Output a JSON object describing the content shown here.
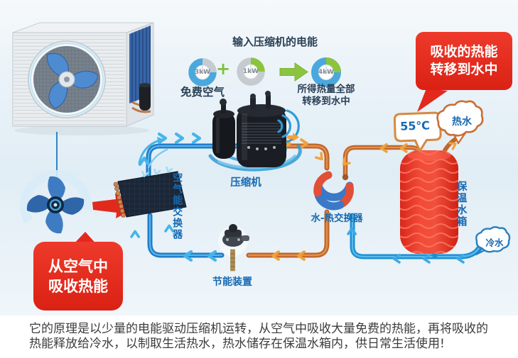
{
  "energy_flow": {
    "title": "输入压缩机的电能",
    "plus": "+",
    "gauges": [
      {
        "value": "3kW",
        "label": "免费空气"
      },
      {
        "value": "1kW"
      },
      {
        "value": "4kW",
        "label_line1": "所得热量全部",
        "label_line2": "转移到水中"
      }
    ]
  },
  "badges": {
    "top_right": {
      "line1": "吸收的热能",
      "line2": "转移到水中"
    },
    "bottom_left": {
      "line1": "从空气中",
      "line2": "吸收热能"
    }
  },
  "components": {
    "compressor": "压缩机",
    "air_exchanger": "空气能交换器",
    "water_heat_exchanger": "水-热交换器",
    "energy_saver": "节能装置",
    "water_tank": "保温水箱"
  },
  "callouts": {
    "temperature": "55℃",
    "hot_water": "热水",
    "cold_water": "冷水"
  },
  "caption": {
    "line1": "它的原理是以少量的电能驱动压缩机运转，从空气中吸收大量免费的热能，再将吸收的",
    "line2": "热能释放给冷水，以制取生活热水，热水储存在保温水箱内，供日常生活使用!"
  },
  "colors": {
    "badge_red": "#e4281e",
    "pipe_blue": "#1d7cc9",
    "pipe_orange": "#c1662a",
    "tank_red": "#e63226",
    "label_blue": "#1569b3",
    "accent_green": "#8cc440",
    "title_navy": "#2b3f55"
  }
}
